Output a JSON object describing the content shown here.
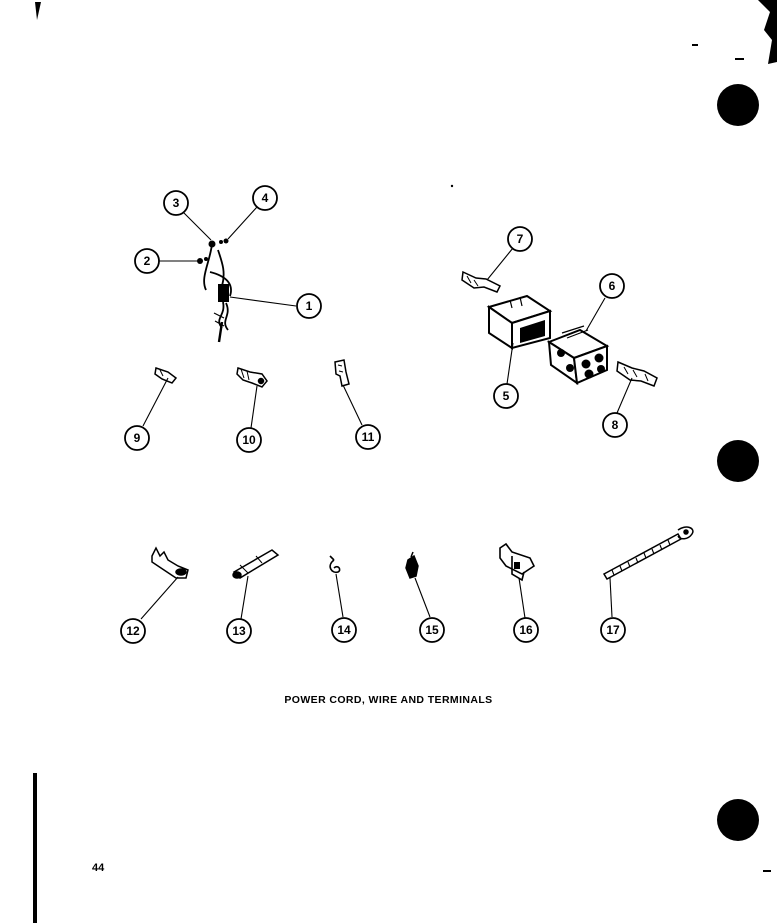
{
  "caption": "POWER CORD, WIRE AND TERMINALS",
  "page_number": "44",
  "callouts": [
    "1",
    "2",
    "3",
    "4",
    "5",
    "6",
    "7",
    "8",
    "9",
    "10",
    "11",
    "12",
    "13",
    "14",
    "15",
    "16",
    "17"
  ],
  "ink_color": "#000000"
}
